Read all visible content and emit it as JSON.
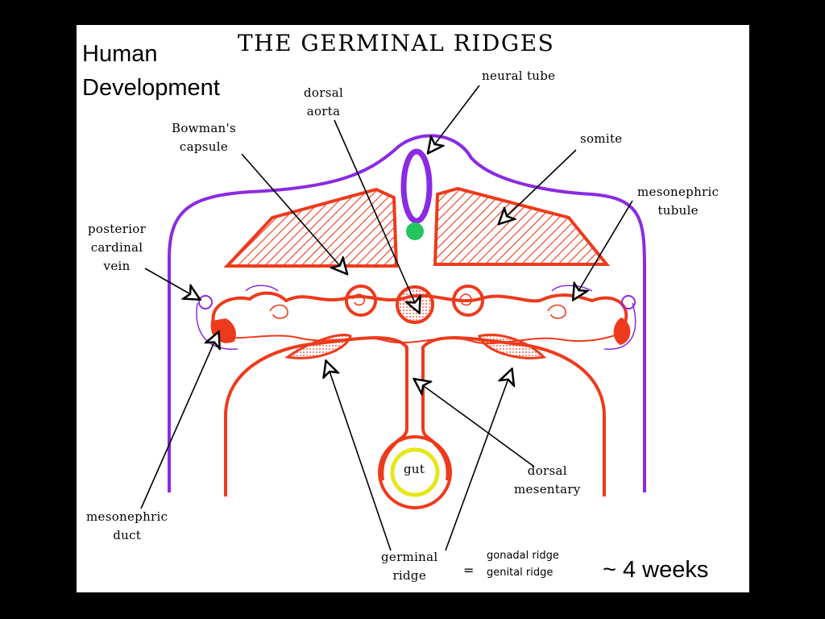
{
  "slide": {
    "title": "THE GERMINAL RIDGES",
    "corner_label_line1": "Human",
    "corner_label_line2": "Development",
    "age_note": "~ 4 weeks",
    "colors": {
      "background": "#000000",
      "slide": "#ffffff",
      "outline": "#8a2be2",
      "mesoderm": "#ee3a1c",
      "gut_ring": "#e6e619",
      "notochord": "#22c55e",
      "arrow": "#000000"
    }
  },
  "labels": {
    "neural_tube": "neural tube",
    "dorsal_aorta_1": "dorsal",
    "dorsal_aorta_2": "aorta",
    "bowmans_1": "Bowman's",
    "bowmans_2": "capsule",
    "somite": "somite",
    "meso_tubule_1": "mesonephric",
    "meso_tubule_2": "tubule",
    "post_card_1": "posterior",
    "post_card_2": "cardinal",
    "post_card_3": "vein",
    "gut": "gut",
    "dorsal_mesentary_1": "dorsal",
    "dorsal_mesentary_2": "mesentary",
    "meso_duct_1": "mesonephric",
    "meso_duct_2": "duct",
    "germinal_1": "germinal",
    "germinal_2": "ridge",
    "equals": "=",
    "gonadal": "gonadal ridge",
    "genital": "genital ridge"
  }
}
